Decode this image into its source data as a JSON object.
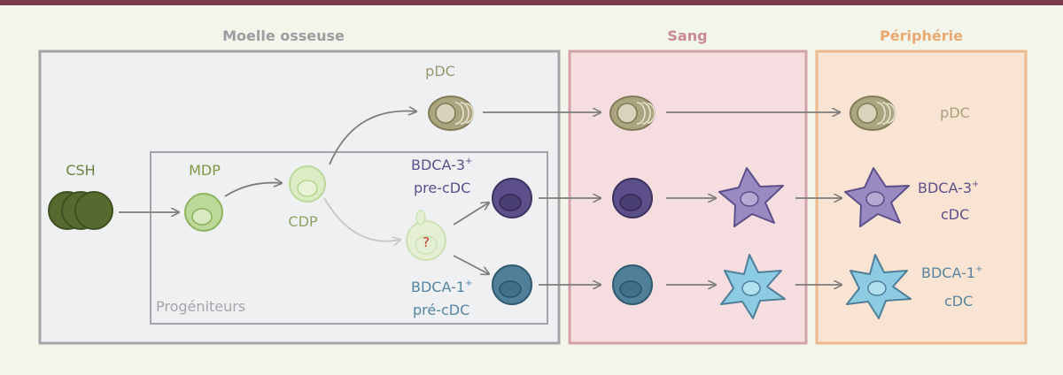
{
  "regions": {
    "moelle": "Moelle osseuse",
    "sang": "Sang",
    "peripherie": "Périphérie",
    "progeniteurs": "Progéniteurs"
  },
  "cells": {
    "csh": "CSH",
    "mdp": "MDP",
    "cdp": "CDP",
    "unknown": "?",
    "pdc_top": "pDC",
    "pdc_right": "pDC",
    "bdca3_pre_line1": "BDCA-3",
    "bdca3_pre_sup": "+",
    "bdca3_pre_line2": "pre-cDC",
    "bdca1_pre_line1": "BDCA-1",
    "bdca1_pre_sup": "+",
    "bdca1_pre_line2": "pré-cDC",
    "bdca3_cdc_line1": "BDCA-3",
    "bdca3_cdc_sup": "+",
    "bdca3_cdc_line2": "cDC",
    "bdca1_cdc_line1": "BDCA-1",
    "bdca1_cdc_sup": "+",
    "bdca1_cdc_line2": "cDC"
  },
  "colors": {
    "top_bar": "#7a3c4a",
    "moelle_fill": "#eef0f2",
    "moelle_stroke": "#a3a5a8",
    "moelle_title": "#9b9d9f",
    "sang_fill": "#f5dde0",
    "sang_stroke": "#d4a1a8",
    "sang_title": "#c98a92",
    "peri_fill": "#f9e3d3",
    "peri_stroke": "#efb98e",
    "peri_title": "#eaa872",
    "csh": "#566a30",
    "light_green": "#b5d58c",
    "pdc": "#a9a27c",
    "bdca3": "#5c4f8a",
    "bdca3_mature": "#9a8ac2",
    "bdca1": "#4f7f99",
    "bdca1_mature": "#8ccbe2",
    "arrow": "#7d7d7d"
  }
}
